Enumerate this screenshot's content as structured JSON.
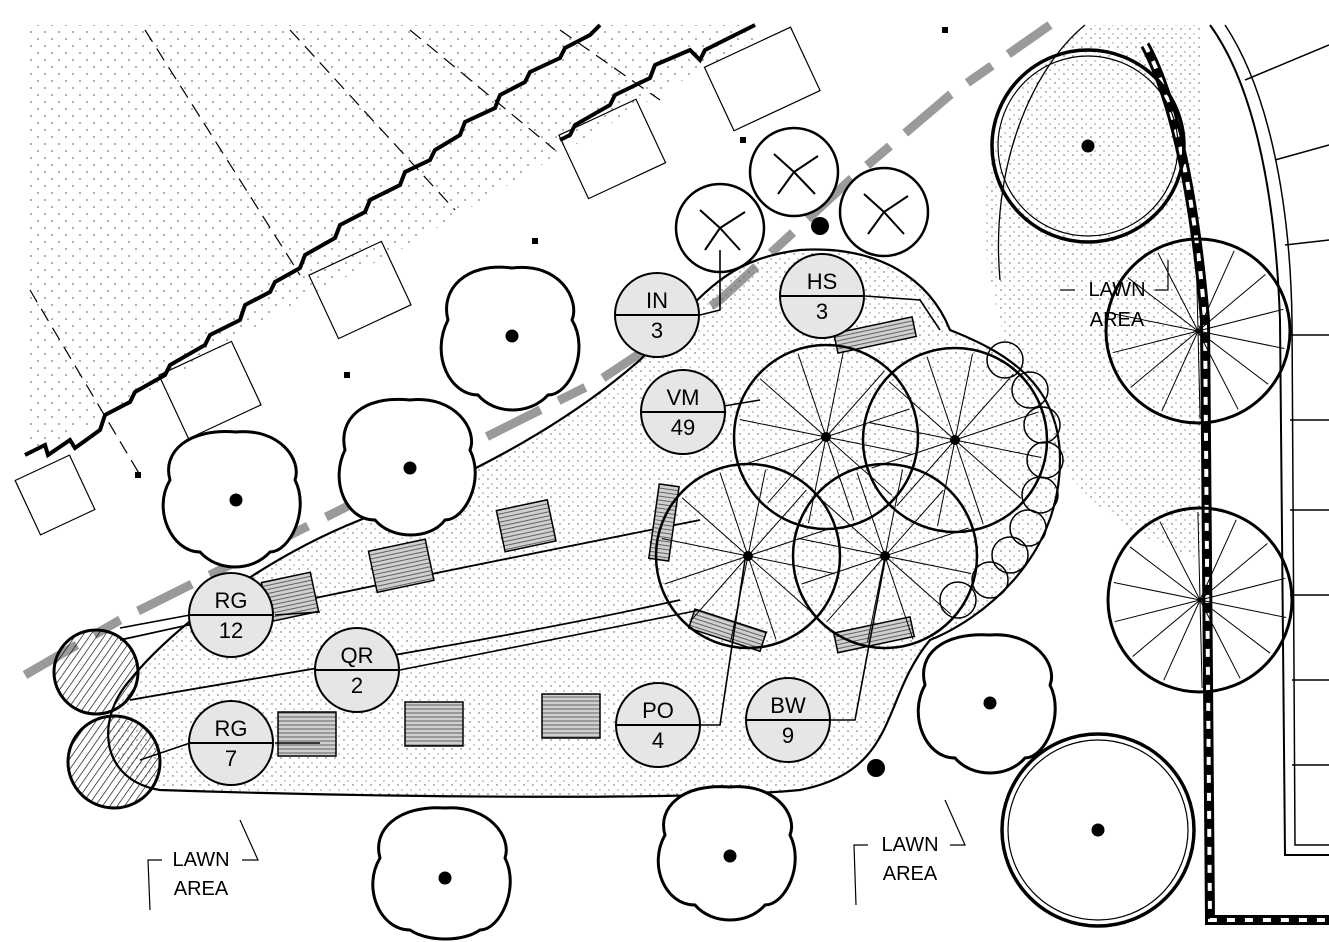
{
  "plant_tags": [
    {
      "code": "IN",
      "qty": "3"
    },
    {
      "code": "HS",
      "qty": "3"
    },
    {
      "code": "VM",
      "qty": "49"
    },
    {
      "code": "RG",
      "qty": "12"
    },
    {
      "code": "QR",
      "qty": "2"
    },
    {
      "code": "RG",
      "qty": "7"
    },
    {
      "code": "PO",
      "qty": "4"
    },
    {
      "code": "BW",
      "qty": "9"
    }
  ],
  "notes": [
    {
      "line1": "LAWN",
      "line2": "AREA"
    },
    {
      "line1": "LAWN",
      "line2": "AREA"
    },
    {
      "line1": "LAWN",
      "line2": "AREA"
    }
  ],
  "colors": {
    "ink": "#000000",
    "tag_fill": "#e6e6e6",
    "path_gray": "#9a9a9a",
    "bench": "#bbbbbb",
    "paper": "#ffffff"
  }
}
